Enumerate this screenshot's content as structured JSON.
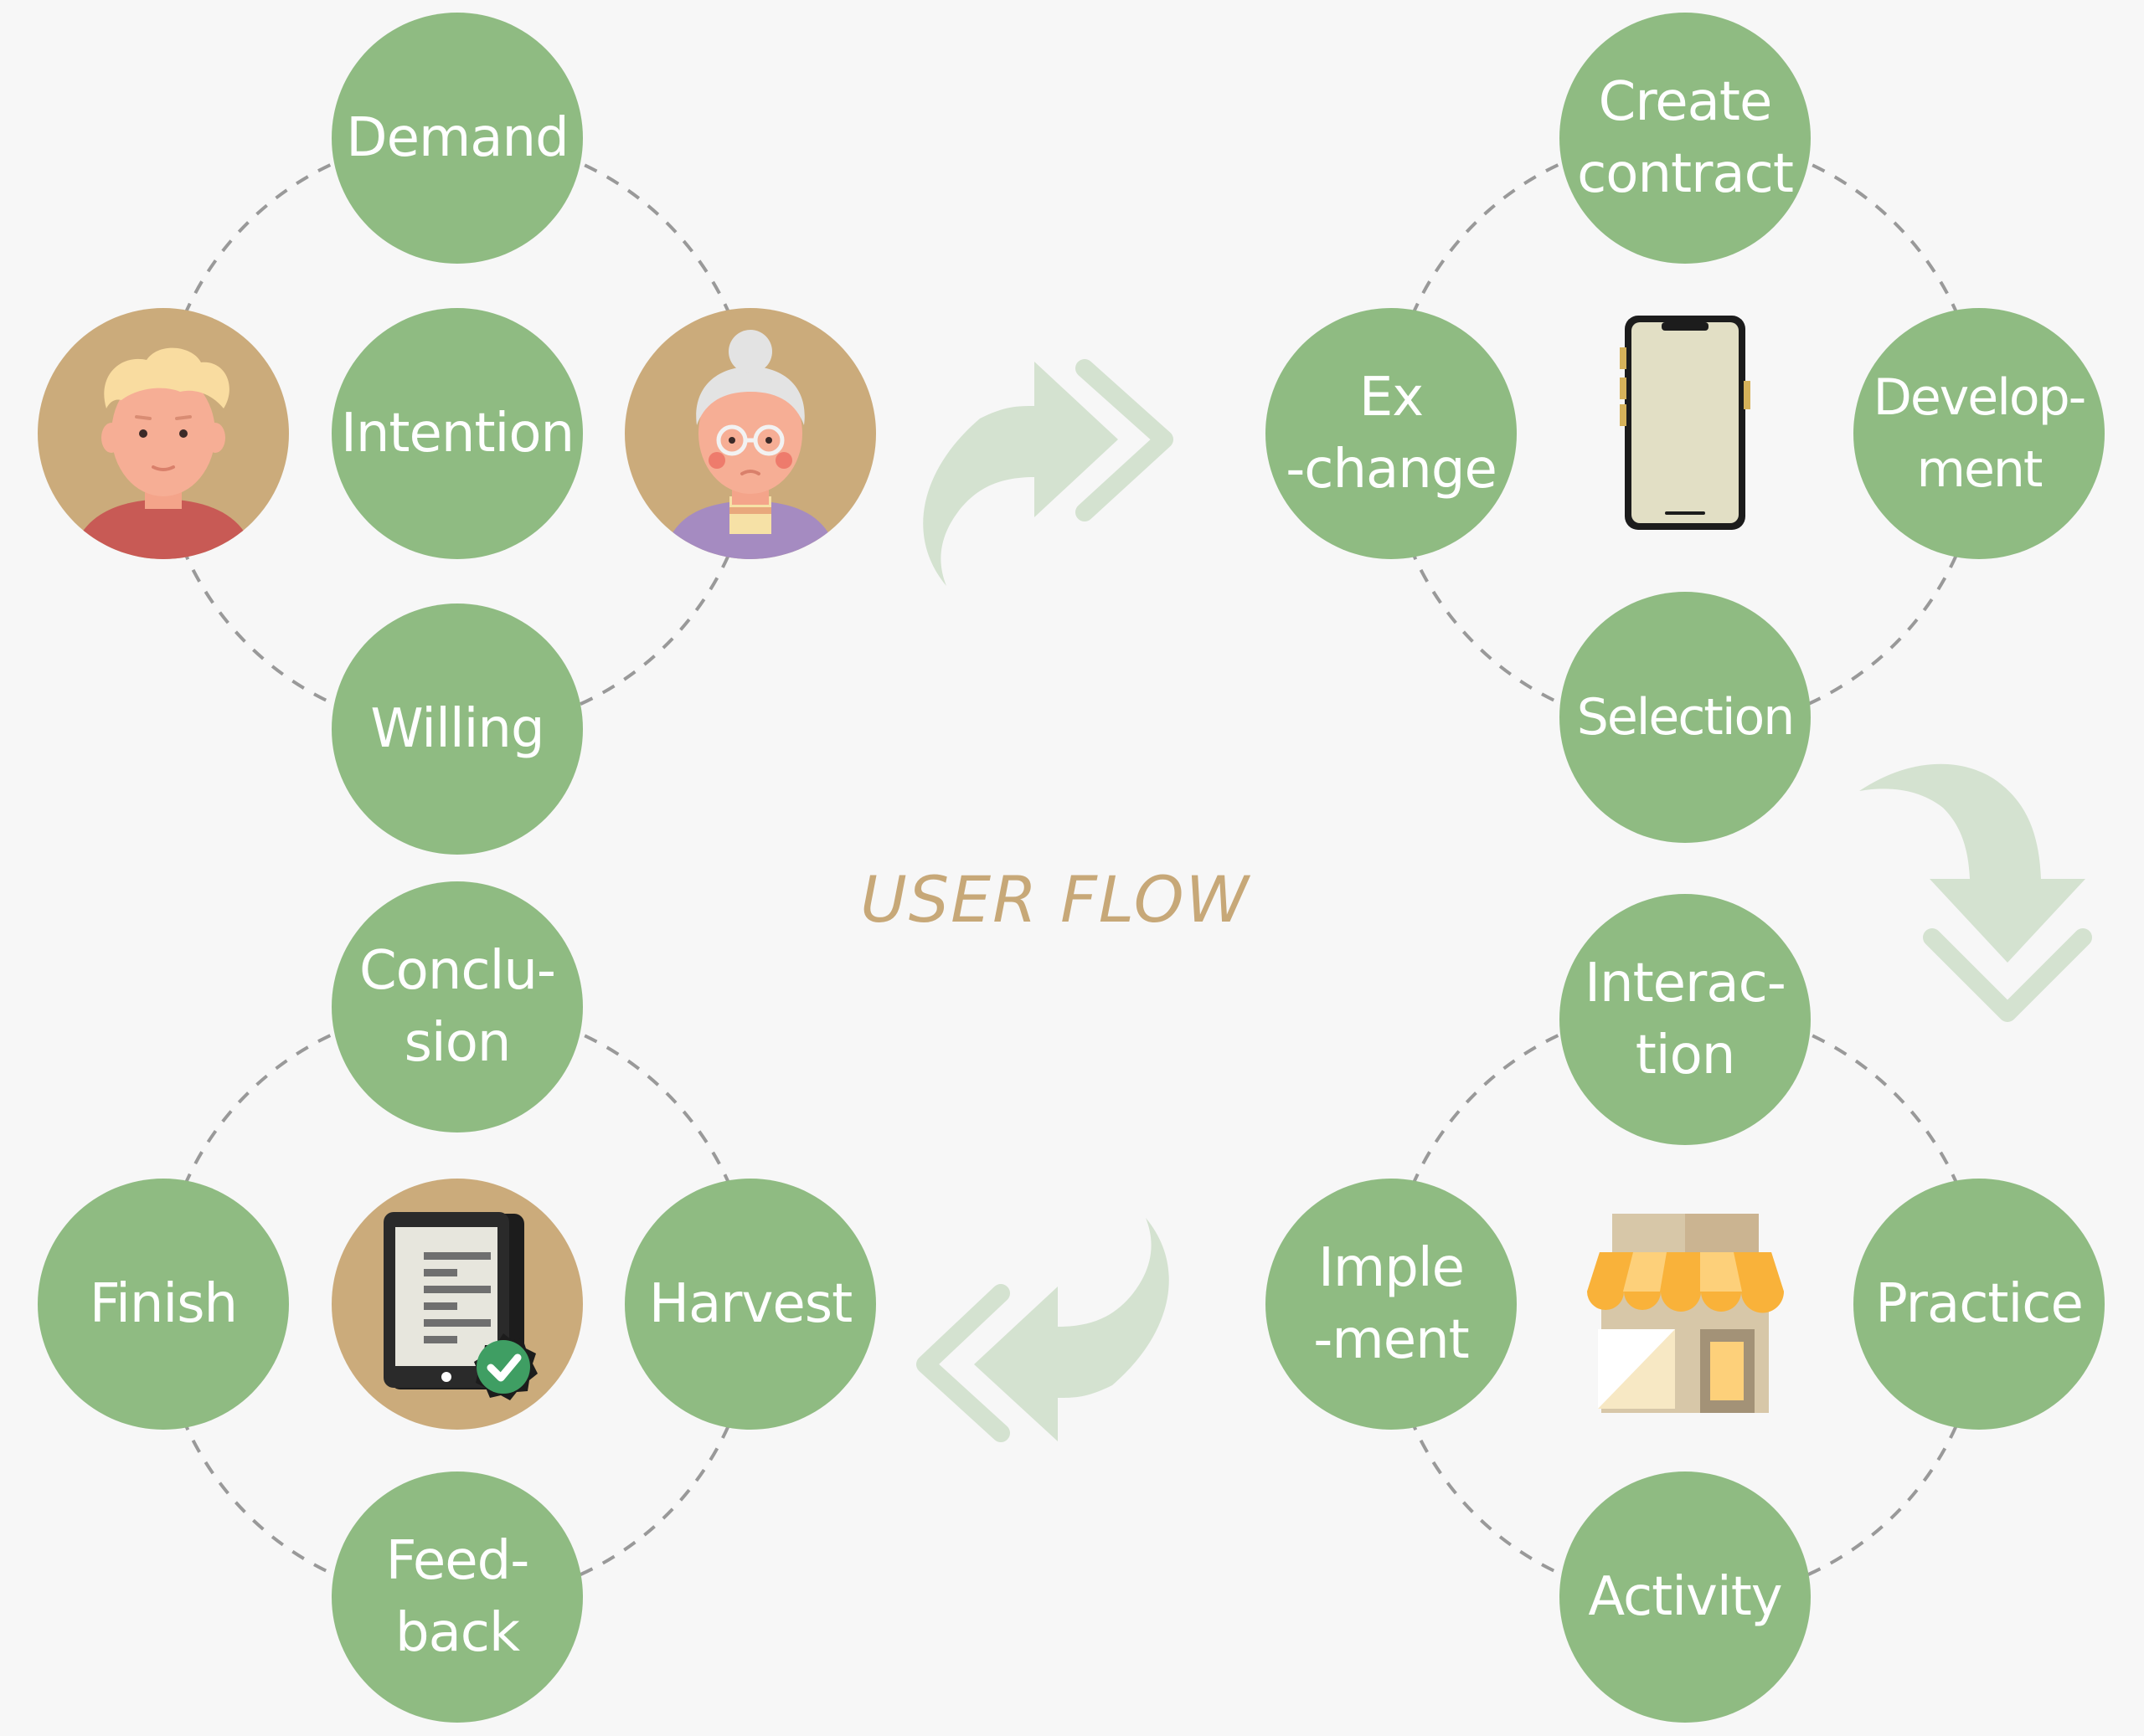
{
  "title": "USER FLOW",
  "colors": {
    "node": "#8fbb82",
    "avatar_bg": "#cbab7b",
    "arrow": "#d4e2d0",
    "title": "#c7a878",
    "dash": "#999999"
  },
  "clusters": [
    {
      "center": "Intention",
      "nodes": {
        "top": "Demand",
        "bottom": "Willing"
      },
      "images": {
        "left": "young-man-avatar",
        "right": "grandmother-avatar"
      }
    },
    {
      "center": "smartphone-icon",
      "nodes": {
        "top": "Create\ncontract",
        "left": "Ex\n-change",
        "right": "Develop-\nment",
        "bottom": "Selection"
      }
    },
    {
      "center": "storefront-icon",
      "nodes": {
        "top": "Interac-\ntion",
        "left": "Imple\n-ment",
        "right": "Practice",
        "bottom": "Activity"
      }
    },
    {
      "center": "checked-tablet-icon",
      "nodes": {
        "top": "Conclu-\nsion",
        "left": "Finish",
        "right": "Harvest",
        "bottom": "Feed-\nback"
      }
    }
  ],
  "arrows": [
    "arrow-right-icon",
    "arrow-down-icon",
    "arrow-left-icon"
  ]
}
